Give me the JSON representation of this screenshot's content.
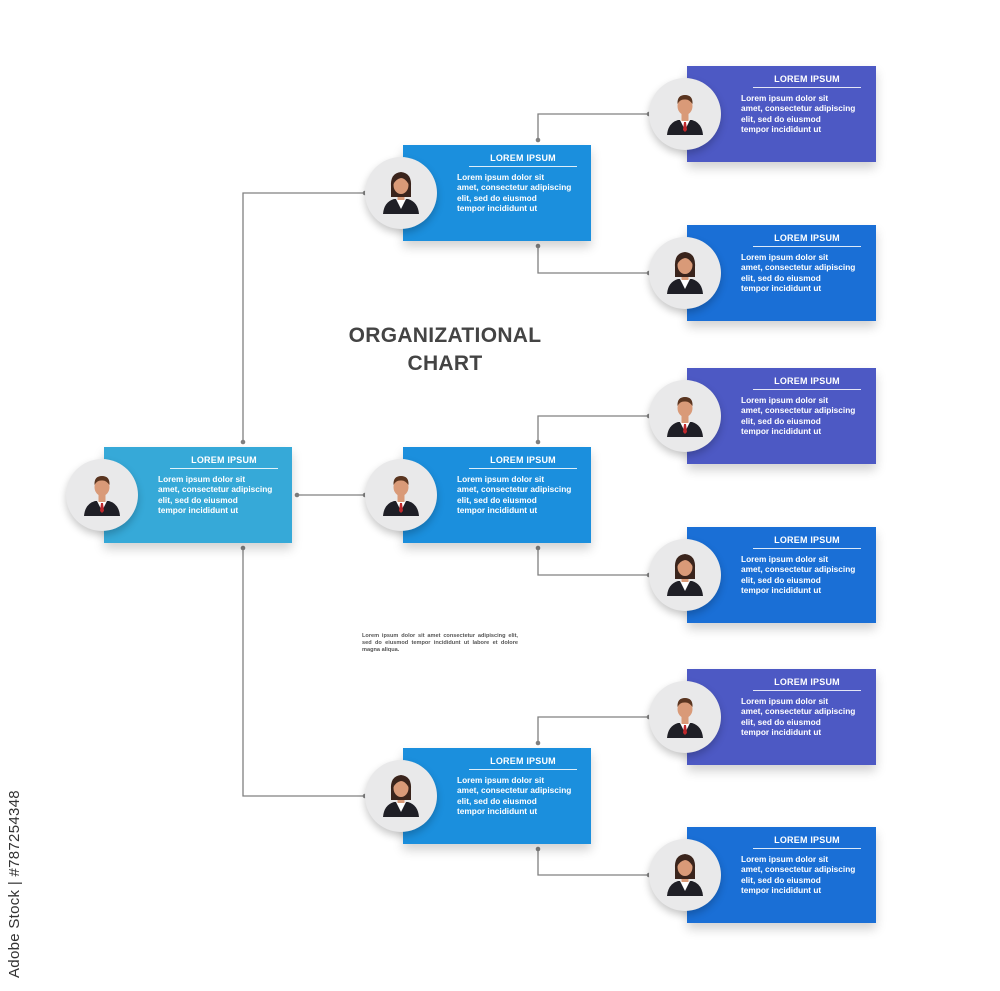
{
  "title": {
    "line1": "ORGANIZATIONAL",
    "line2": "CHART"
  },
  "note": "Lorem ipsum dolor sit amet consectetur adipiscing elit, sed do eiusmod tempor incididunt ut labore et dolore magna aliqua.",
  "side_watermark": "Adobe Stock | #787254348",
  "colors": {
    "root": "#36a9d8",
    "level2": "#1b8fdd",
    "level3_purple": "#4d59c4",
    "level3_blue": "#1a6fd6",
    "connector": "#808080",
    "avatar_bg": "#e9e9ea"
  },
  "nodes": [
    {
      "id": "root",
      "level": 1,
      "gender": "male",
      "color": "root",
      "title": "LOREM IPSUM",
      "body": [
        "Lorem ipsum dolor sit",
        "amet, consectetur adipiscing",
        "elit, sed do eiusmod",
        "tempor incididunt ut"
      ]
    },
    {
      "id": "m1",
      "level": 2,
      "gender": "female",
      "color": "level2",
      "title": "LOREM IPSUM",
      "body": [
        "Lorem ipsum dolor sit",
        "amet, consectetur adipiscing",
        "elit, sed do eiusmod",
        "tempor incididunt ut"
      ]
    },
    {
      "id": "m2",
      "level": 2,
      "gender": "male",
      "color": "level2",
      "title": "LOREM IPSUM",
      "body": [
        "Lorem ipsum dolor sit",
        "amet, consectetur adipiscing",
        "elit, sed do eiusmod",
        "tempor incididunt ut"
      ]
    },
    {
      "id": "m3",
      "level": 2,
      "gender": "female",
      "color": "level2",
      "title": "LOREM IPSUM",
      "body": [
        "Lorem ipsum dolor sit",
        "amet, consectetur adipiscing",
        "elit, sed do eiusmod",
        "tempor incididunt ut"
      ]
    },
    {
      "id": "r1",
      "level": 3,
      "gender": "male",
      "color": "level3_purple",
      "title": "LOREM IPSUM",
      "body": [
        "Lorem ipsum dolor sit",
        "amet, consectetur adipiscing",
        "elit, sed do eiusmod",
        "tempor incididunt ut"
      ]
    },
    {
      "id": "r2",
      "level": 3,
      "gender": "female",
      "color": "level3_blue",
      "title": "LOREM IPSUM",
      "body": [
        "Lorem ipsum dolor sit",
        "amet, consectetur adipiscing",
        "elit, sed do eiusmod",
        "tempor incididunt ut"
      ]
    },
    {
      "id": "r3",
      "level": 3,
      "gender": "male",
      "color": "level3_purple",
      "title": "LOREM IPSUM",
      "body": [
        "Lorem ipsum dolor sit",
        "amet, consectetur adipiscing",
        "elit, sed do eiusmod",
        "tempor incididunt ut"
      ]
    },
    {
      "id": "r4",
      "level": 3,
      "gender": "female",
      "color": "level3_blue",
      "title": "LOREM IPSUM",
      "body": [
        "Lorem ipsum dolor sit",
        "amet, consectetur adipiscing",
        "elit, sed do eiusmod",
        "tempor incididunt ut"
      ]
    },
    {
      "id": "r5",
      "level": 3,
      "gender": "male",
      "color": "level3_purple",
      "title": "LOREM IPSUM",
      "body": [
        "Lorem ipsum dolor sit",
        "amet, consectetur adipiscing",
        "elit, sed do eiusmod",
        "tempor incididunt ut"
      ]
    },
    {
      "id": "r6",
      "level": 3,
      "gender": "female",
      "color": "level3_blue",
      "title": "LOREM IPSUM",
      "body": [
        "Lorem ipsum dolor sit",
        "amet, consectetur adipiscing",
        "elit, sed do eiusmod",
        "tempor incididunt ut"
      ]
    }
  ],
  "edges": [
    {
      "from": "root",
      "to": "m1"
    },
    {
      "from": "root",
      "to": "m2"
    },
    {
      "from": "root",
      "to": "m3"
    },
    {
      "from": "m1",
      "to": "r1"
    },
    {
      "from": "m1",
      "to": "r2"
    },
    {
      "from": "m2",
      "to": "r3"
    },
    {
      "from": "m2",
      "to": "r4"
    },
    {
      "from": "m3",
      "to": "r5"
    },
    {
      "from": "m3",
      "to": "r6"
    }
  ]
}
